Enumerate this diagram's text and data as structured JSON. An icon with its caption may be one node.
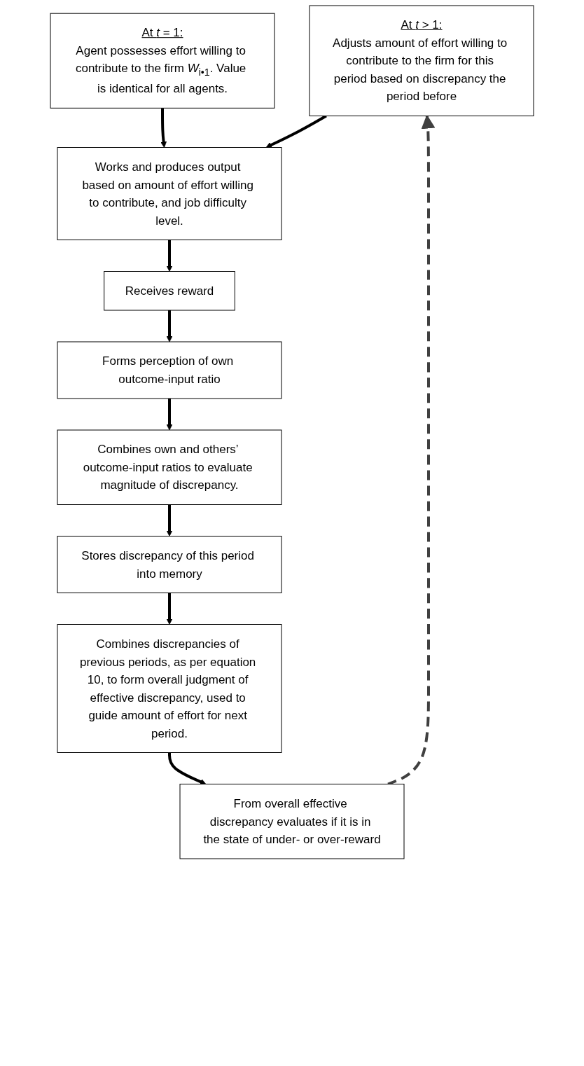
{
  "diagram": {
    "nodes": [
      {
        "text": [
          "At *t* = 1:",
          "Agent possesses effort willing to contribute to the firm *W*$_{i•1}$. Value is identical for all agents."
        ]
      },
      {
        "text": [
          "At *t* > 1:",
          "Adjusts amount of effort willing to contribute to the firm for this period based on discrepancy the period before"
        ]
      },
      {
        "text": [
          "Works and produces output based on amount of effort willing to contribute, and job difficulty level."
        ]
      },
      {
        "text": [
          "Receives reward"
        ]
      },
      {
        "text": [
          "Forms perception of own outcome-input ratio"
        ]
      },
      {
        "text": [
          "Combines own and others’ outcome-input ratios to evaluate magnitude of discrepancy."
        ]
      },
      {
        "text": [
          "Stores discrepancy of this period into memory"
        ]
      },
      {
        "text": [
          "Combines discrepancies of previous periods, as per equation 10, to form overall judgment of effective discrepancy, used to guide amount of effort for next period."
        ]
      },
      {
        "text": [
          "From overall effective discrepancy evaluates if it is in the state of under- or over-reward"
        ]
      }
    ],
    "edges": [
      {
        "from": 0,
        "to": 2,
        "arrow": "to"
      },
      {
        "from": 1,
        "to": 2,
        "arrow": "to"
      },
      {
        "from": 2,
        "to": 3,
        "arrow": "to"
      },
      {
        "from": 3,
        "to": 4,
        "arrow": "to"
      },
      {
        "from": 4,
        "to": 5,
        "arrow": "to"
      },
      {
        "from": 5,
        "to": 6,
        "arrow": "to"
      },
      {
        "from": 6,
        "to": 7,
        "arrow": "to"
      },
      {
        "from": 7,
        "to": 8,
        "arrow": "to"
      },
      {
        "from": 8,
        "to": 1,
        "arrow": "to",
        "style": "dashed",
        "color": "#404040"
      }
    ]
  }
}
